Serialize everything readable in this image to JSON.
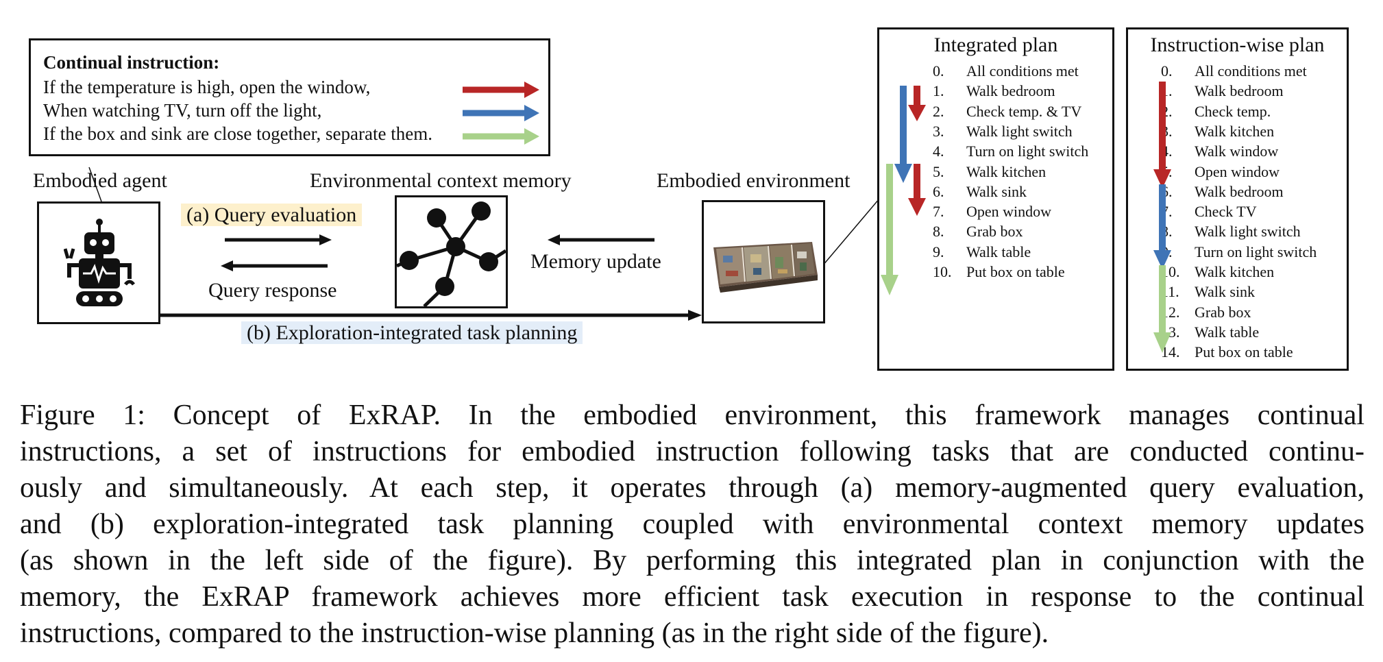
{
  "figure": {
    "continual_box": {
      "title": "Continual instruction:",
      "lines": [
        "If the temperature is high, open the window,",
        "When watching TV, turn off the light,",
        "If the box and sink are close together, separate them."
      ],
      "arrow_colors": [
        "#b82626",
        "#3f74b6",
        "#a8d18a"
      ]
    },
    "labels": {
      "agent": "Embodied agent",
      "memory": "Environmental context memory",
      "environment": "Embodied environment",
      "query_evaluation": "(a) Query evaluation",
      "query_response": "Query response",
      "memory_update": "Memory update",
      "exploration": "(b) Exploration-integrated task planning"
    },
    "icons": {
      "agent": "robot-icon",
      "memory": "graph-network-icon",
      "environment": "house-floorplan-icon"
    },
    "integrated_plan": {
      "title": "Integrated plan",
      "steps": [
        {
          "num": "0.",
          "action": "All conditions met"
        },
        {
          "num": "1.",
          "action": "Walk bedroom"
        },
        {
          "num": "2.",
          "action": "Check temp. & TV"
        },
        {
          "num": "3.",
          "action": "Walk light switch"
        },
        {
          "num": "4.",
          "action": "Turn on light switch"
        },
        {
          "num": "5.",
          "action": "Walk kitchen"
        },
        {
          "num": "6.",
          "action": "Walk sink"
        },
        {
          "num": "7.",
          "action": "Open window"
        },
        {
          "num": "8.",
          "action": "Grab box"
        },
        {
          "num": "9.",
          "action": "Walk table"
        },
        {
          "num": "10.",
          "action": "Put box on table"
        }
      ]
    },
    "instruction_wise_plan": {
      "title": "Instruction-wise plan",
      "steps": [
        {
          "num": "0.",
          "action": "All conditions met"
        },
        {
          "num": "1.",
          "action": "Walk bedroom"
        },
        {
          "num": "2.",
          "action": "Check temp."
        },
        {
          "num": "3.",
          "action": "Walk kitchen"
        },
        {
          "num": "4.",
          "action": "Walk window"
        },
        {
          "num": "5.",
          "action": "Open window"
        },
        {
          "num": "6.",
          "action": "Walk bedroom"
        },
        {
          "num": "7.",
          "action": "Check TV"
        },
        {
          "num": "8.",
          "action": "Walk light switch"
        },
        {
          "num": "9.",
          "action": "Turn on light switch"
        },
        {
          "num": "10.",
          "action": "Walk kitchen"
        },
        {
          "num": "11.",
          "action": "Walk sink"
        },
        {
          "num": "12.",
          "action": "Grab box"
        },
        {
          "num": "13.",
          "action": "Walk table"
        },
        {
          "num": "14.",
          "action": "Put box on table"
        }
      ]
    }
  },
  "caption": {
    "lines": [
      "Figure 1: Concept of ExRAP. In the embodied environment, this framework manages continual",
      "instructions, a set of instructions for embodied instruction following tasks that are conducted continu-",
      "ously and simultaneously. At each step, it operates through (a) memory-augmented query evaluation,",
      "and (b) exploration-integrated task planning coupled with environmental context memory updates",
      "(as shown in the left side of the figure). By performing this integrated plan in conjunction with the",
      "memory, the ExRAP framework achieves more efficient task execution in response to the continual",
      "instructions, compared to the instruction-wise planning (as in the right side of the figure)."
    ]
  }
}
